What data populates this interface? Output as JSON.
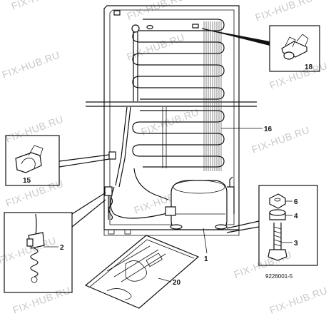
{
  "callouts": {
    "c18": "18",
    "c16": "16",
    "c15": "15",
    "c2": "2",
    "c6": "6",
    "c4": "4",
    "c3": "3",
    "c1": "1",
    "c20": "20"
  },
  "drawing_code": "9226001-5",
  "watermark": "FIX-HUB.RU"
}
